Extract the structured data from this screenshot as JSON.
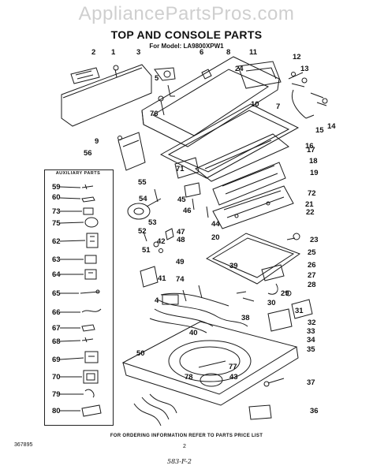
{
  "watermark": "AppliancePartsPros.com",
  "title": "TOP AND CONSOLE PARTS",
  "model": "For Model: LA9800XPW1",
  "auxiliary_header": "AUXILIARY PARTS",
  "footer": "FOR ORDERING INFORMATION REFER TO PARTS PRICE LIST",
  "doc_number": "367895",
  "page_number": "2",
  "handwritten_note": "583-F-2",
  "callouts": [
    "1",
    "2",
    "3",
    "4",
    "5",
    "6",
    "7",
    "8",
    "9",
    "10",
    "11",
    "12",
    "13",
    "14",
    "15",
    "16",
    "17",
    "18",
    "19",
    "20",
    "21",
    "22",
    "23",
    "24",
    "25",
    "26",
    "27",
    "28",
    "29",
    "30",
    "31",
    "32",
    "33",
    "34",
    "35",
    "36",
    "37",
    "38",
    "39",
    "40",
    "41",
    "42",
    "43",
    "44",
    "45",
    "46",
    "47",
    "48",
    "49",
    "50",
    "51",
    "52",
    "53",
    "54",
    "55",
    "56",
    "59",
    "60",
    "62",
    "63",
    "64",
    "65",
    "66",
    "67",
    "68",
    "69",
    "70",
    "71",
    "72",
    "73",
    "74",
    "75",
    "76",
    "77",
    "78",
    "79",
    "80"
  ]
}
